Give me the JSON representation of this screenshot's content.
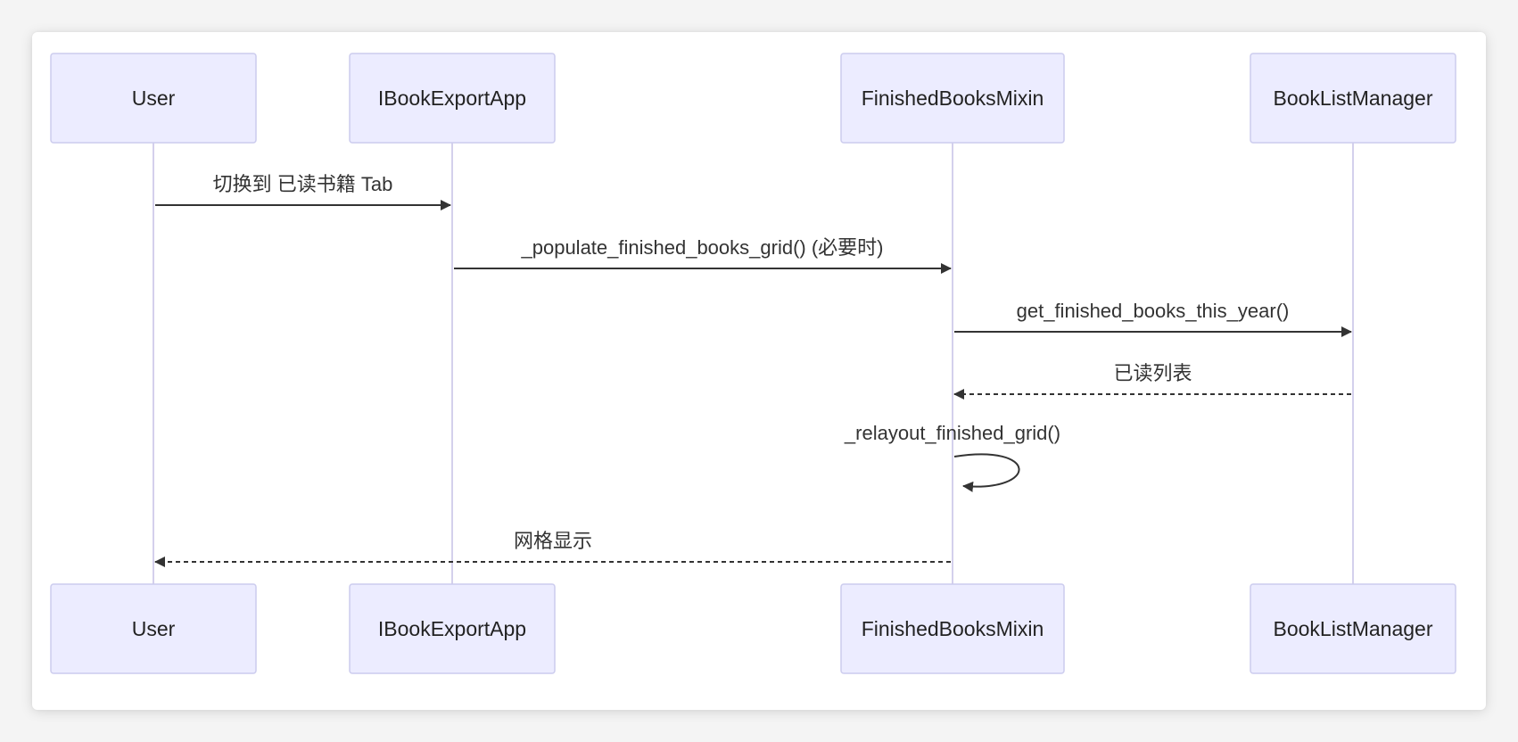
{
  "participants": [
    {
      "id": "user",
      "label": "User"
    },
    {
      "id": "app",
      "label": "IBookExportApp"
    },
    {
      "id": "mixin",
      "label": "FinishedBooksMixin"
    },
    {
      "id": "manager",
      "label": "BookListManager"
    }
  ],
  "messages": [
    {
      "from": "user",
      "to": "app",
      "label": "切换到 已读书籍 Tab",
      "style": "solid"
    },
    {
      "from": "app",
      "to": "mixin",
      "label": "_populate_finished_books_grid() (必要时)",
      "style": "solid"
    },
    {
      "from": "mixin",
      "to": "manager",
      "label": "get_finished_books_this_year()",
      "style": "solid"
    },
    {
      "from": "manager",
      "to": "mixin",
      "label": "已读列表",
      "style": "dashed"
    },
    {
      "from": "mixin",
      "to": "mixin",
      "label": "_relayout_finished_grid()",
      "style": "solid"
    },
    {
      "from": "mixin",
      "to": "user",
      "label": "网格显示",
      "style": "dashed"
    }
  ],
  "colors": {
    "actor_fill": "#ececff",
    "actor_stroke": "#ccccee",
    "lifeline": "#d4d0ec",
    "arrow": "#333333"
  }
}
